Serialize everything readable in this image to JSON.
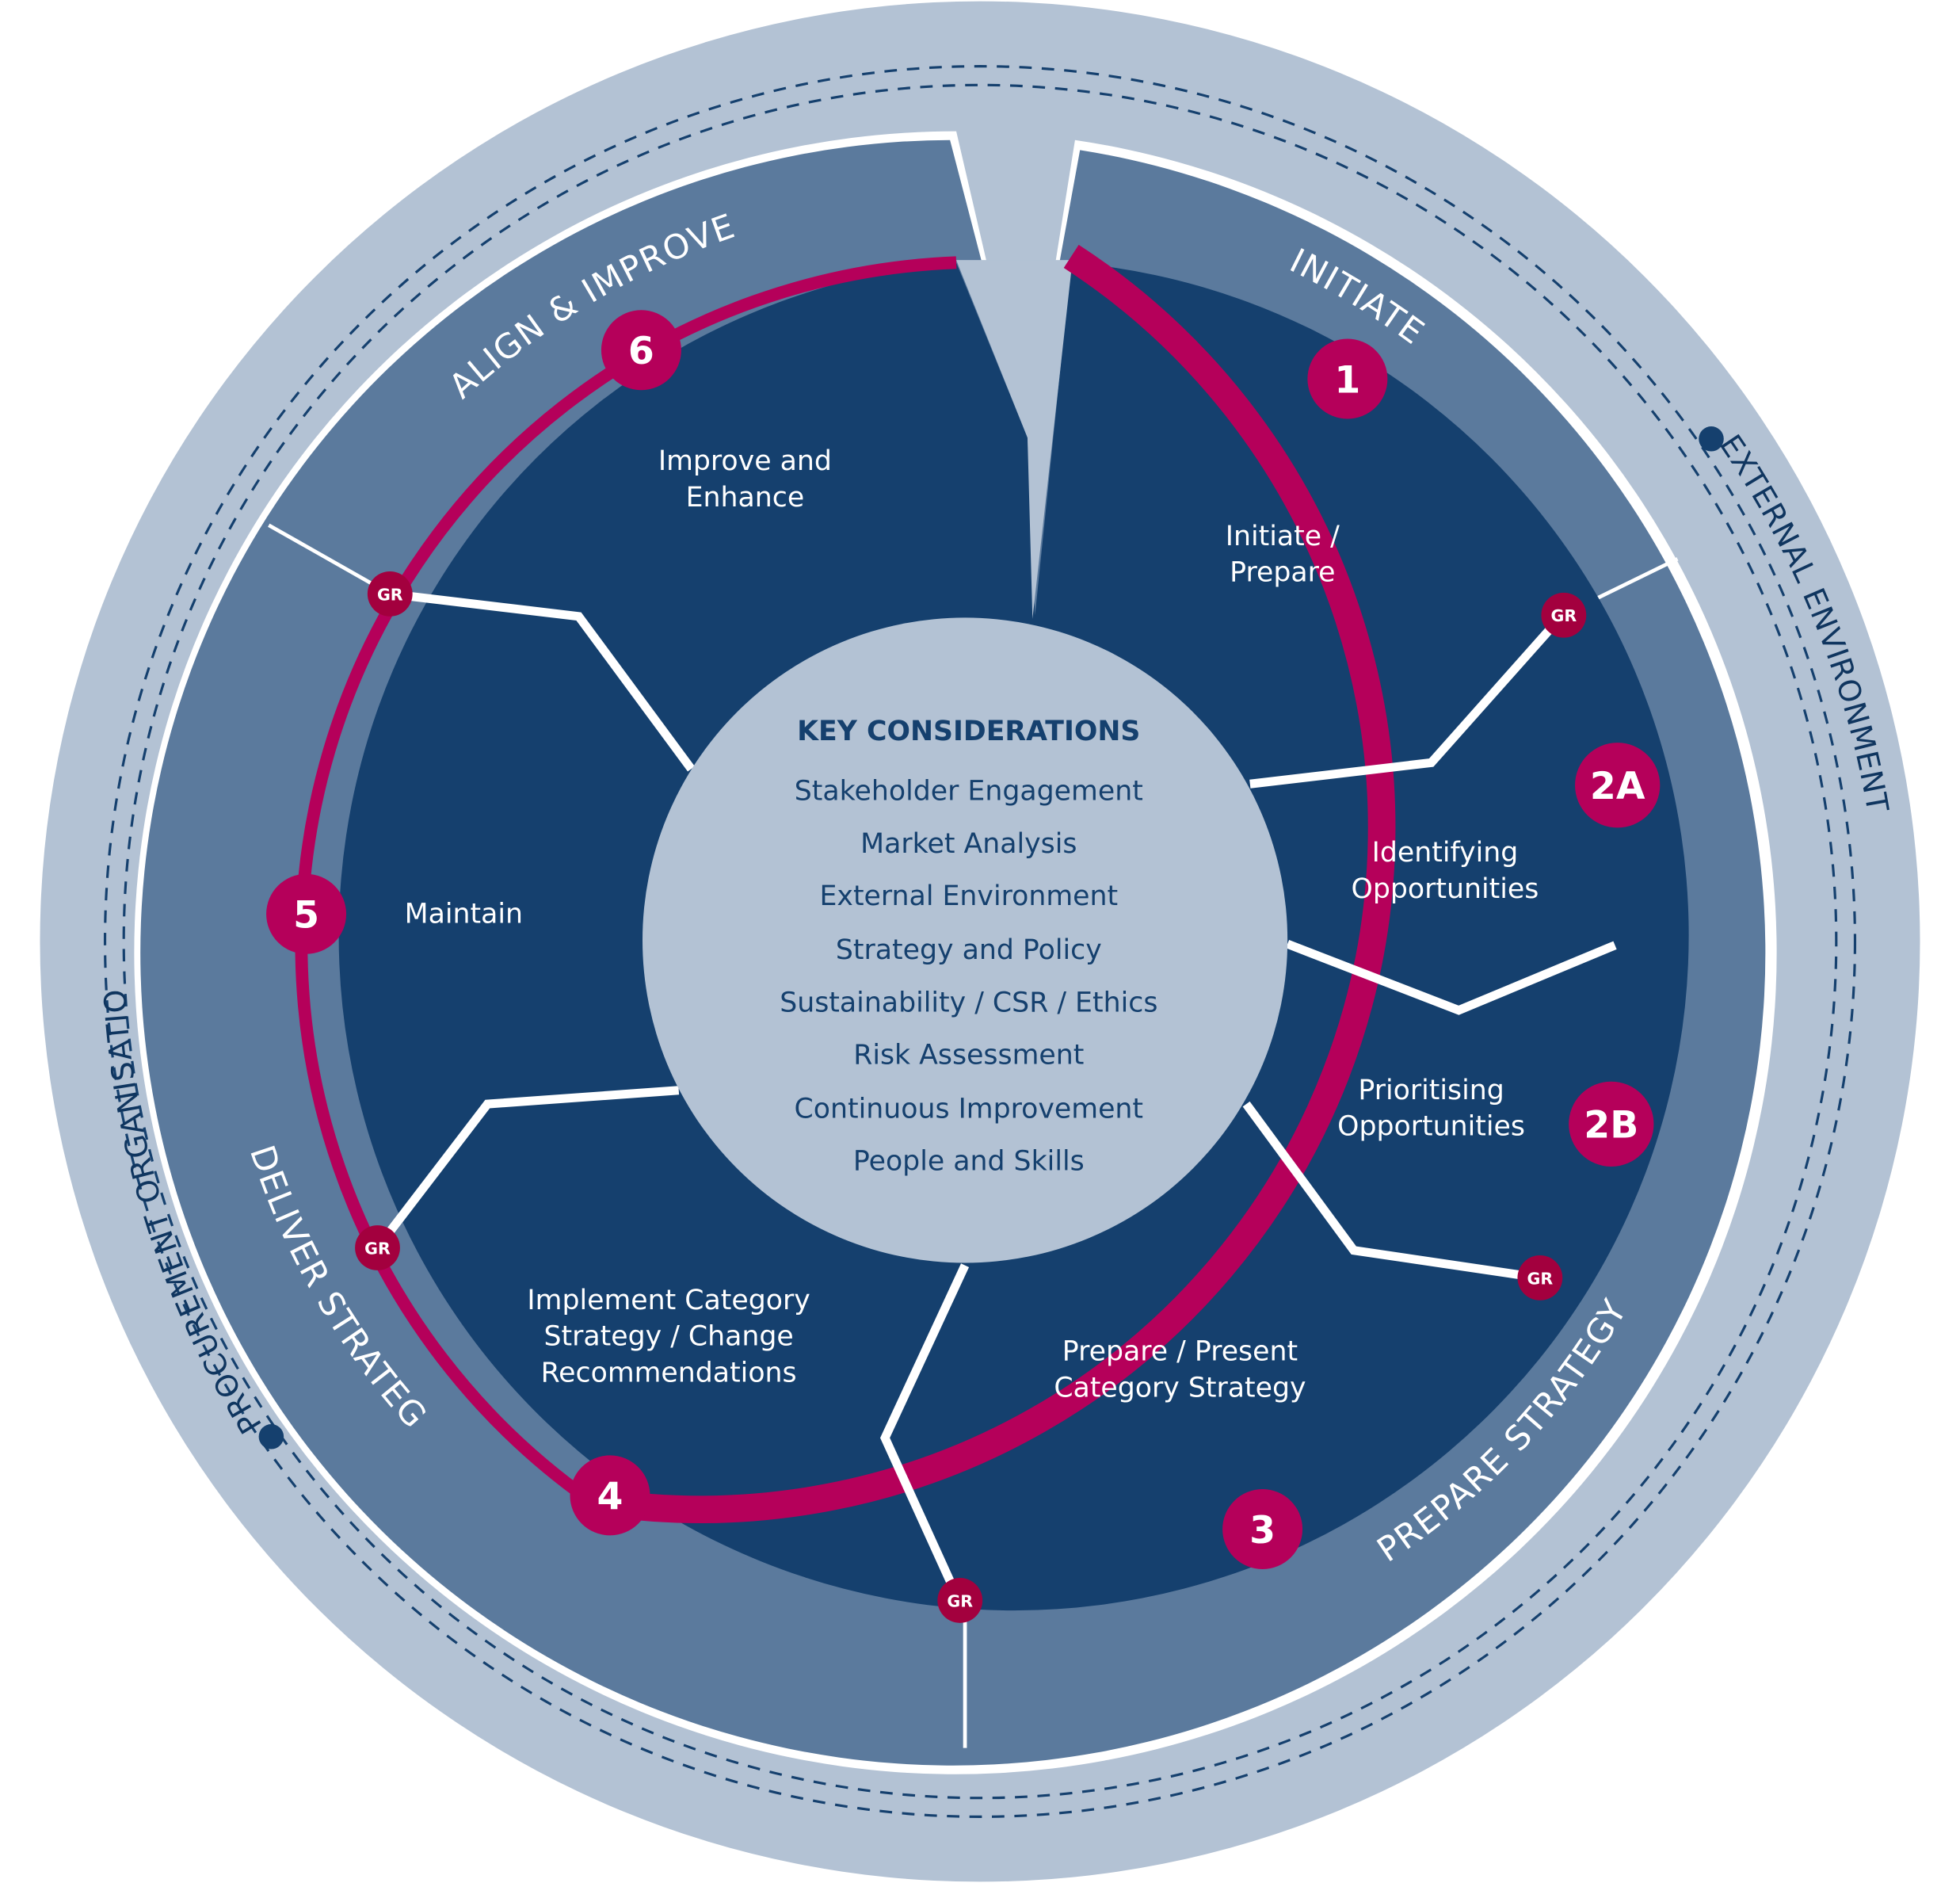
{
  "title": "Category Management Cycle",
  "colors": {
    "outer_ring": "#b3c2d4",
    "phase_band": "#5b7a9d",
    "stage_fill": "#15406e",
    "cycle_ring": "#b5005a",
    "gate_review": "#a3003e",
    "center_fill": "#b3c2d4",
    "dashed_line": "#15406e",
    "divider": "#ffffff"
  },
  "outer_labels": {
    "external": "EXTERNAL ENVIRONMENT",
    "organisation": "PROCUREMENT ORGANISATION",
    "info_icon": "info-icon"
  },
  "phases": [
    {
      "id": "initiate",
      "label": "INITIATE"
    },
    {
      "id": "prepare-strategy",
      "label": "PREPARE STRATEGY"
    },
    {
      "id": "deliver-strategy",
      "label": "DELIVER STRATEGY"
    },
    {
      "id": "align-improve",
      "label": "ALIGN & IMPROVE"
    }
  ],
  "stages": [
    {
      "number": "1",
      "lines": [
        "Initiate /",
        "Prepare"
      ]
    },
    {
      "number": "2A",
      "lines": [
        "Identifying",
        "Opportunities"
      ]
    },
    {
      "number": "2B",
      "lines": [
        "Prioritising",
        "Opportunities"
      ]
    },
    {
      "number": "3",
      "lines": [
        "Prepare / Present",
        "Category Strategy"
      ]
    },
    {
      "number": "4",
      "lines": [
        "Implement Category",
        "Strategy / Change",
        "Recommendations"
      ]
    },
    {
      "number": "5",
      "lines": [
        "Maintain"
      ]
    },
    {
      "number": "6",
      "lines": [
        "Improve and",
        "Enhance"
      ]
    }
  ],
  "gate_review_label": "GR",
  "key_considerations": {
    "title": "KEY CONSIDERATIONS",
    "items": [
      "Stakeholder Engagement",
      "Market Analysis",
      "External Environment",
      "Strategy and Policy",
      "Sustainability / CSR / Ethics",
      "Risk Assessment",
      "Continuous Improvement",
      "People and Skills"
    ]
  }
}
